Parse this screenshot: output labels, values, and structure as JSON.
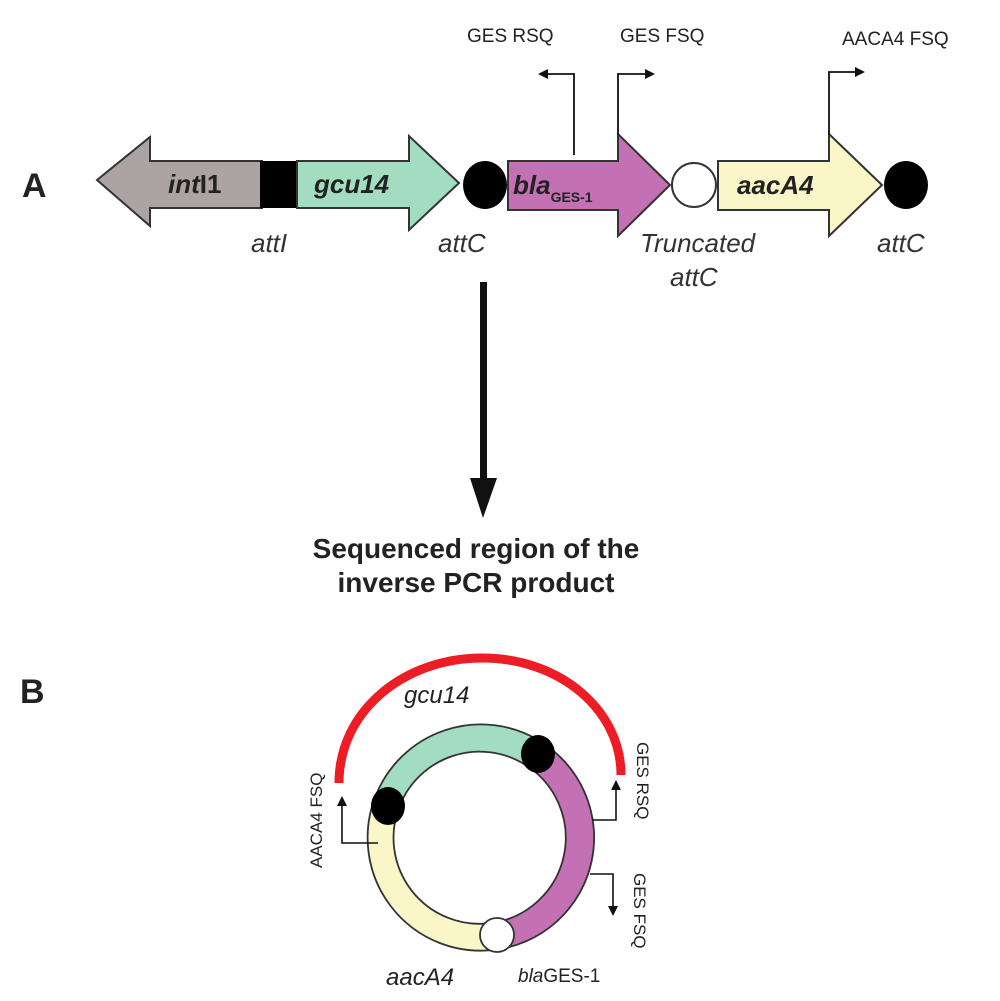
{
  "panel_a": {
    "letter": "A",
    "genes": {
      "intI1_a": "int",
      "intI1_b": "I1",
      "gcu14": "gcu14",
      "bla": "bla",
      "bla_sub": "GES-1",
      "aacA4": "aacA4"
    },
    "sites": {
      "attI": "attI",
      "attC_1": "attC",
      "truncated_line1": "Truncated",
      "truncated_line2": "attC",
      "attC_2": "attC"
    },
    "primers": {
      "ges_rsq": "GES RSQ",
      "ges_fsq": "GES FSQ",
      "aaca4_fsq": "AACA4 FSQ"
    }
  },
  "caption": {
    "line1": "Sequenced region of the",
    "line2": "inverse PCR product"
  },
  "panel_b": {
    "letter": "B",
    "labels": {
      "gcu14": "gcu14",
      "aacA4": "aacA4",
      "bla_italic": "bla",
      "bla_rest": "GES-1"
    },
    "primers": {
      "aaca4_fsq": "AACA4 FSQ",
      "ges_rsq": "GES RSQ",
      "ges_fsq": "GES FSQ"
    }
  },
  "colors": {
    "intI1": "#aca4a4",
    "gcu14": "#a2dcc1",
    "bla": "#c470b4",
    "aacA4": "#fbf6c8",
    "sequenced_arc": "#ee1c24",
    "outline": "#333333"
  }
}
